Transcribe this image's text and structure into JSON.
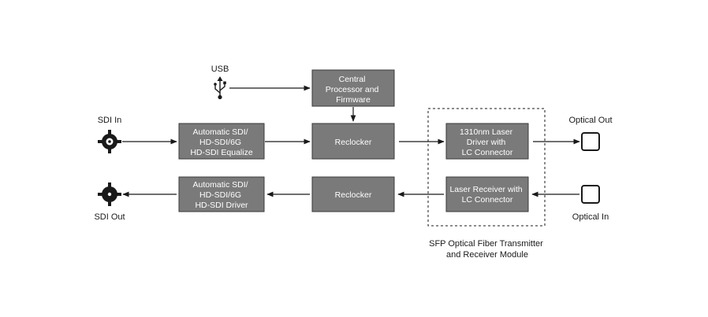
{
  "boxes": {
    "central_processor": [
      "Central",
      "Processor and",
      "Firmware"
    ],
    "equalizer": [
      "Automatic SDI/",
      "HD-SDI/6G",
      "HD-SDI Equalize"
    ],
    "reclocker_top": [
      "Reclocker"
    ],
    "laser_driver": [
      "1310nm Laser",
      "Driver with",
      "LC Connector"
    ],
    "driver": [
      "Automatic SDI/",
      "HD-SDI/6G",
      "HD-SDI Driver"
    ],
    "reclocker_bottom": [
      "Reclocker"
    ],
    "laser_receiver": [
      "Laser Receiver with",
      "LC Connector"
    ]
  },
  "labels": {
    "usb": "USB",
    "sdi_in": "SDI In",
    "sdi_out": "SDI Out",
    "optical_out": "Optical Out",
    "optical_in": "Optical In",
    "sfp_module": [
      "SFP Optical Fiber Transmitter",
      "and Receiver Module"
    ]
  },
  "icons": {
    "usb": "usb-icon",
    "sdi_in": "bnc-connector-in-icon",
    "sdi_out": "bnc-connector-out-icon",
    "optical_out": "optical-port-out-icon",
    "optical_in": "optical-port-in-icon"
  },
  "colors": {
    "box_fill": "#7a7a7a",
    "line": "#1a1a1a"
  }
}
